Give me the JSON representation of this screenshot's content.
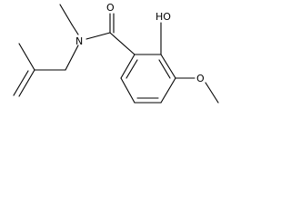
{
  "molecule": {
    "atoms": {
      "oxygen_carbonyl": "O",
      "nitrogen": "N",
      "hydroxyl": "HO",
      "methoxy_oxygen": "O"
    },
    "colors": {
      "bond": "#000000",
      "label": "#000000",
      "background": "#ffffff"
    }
  }
}
